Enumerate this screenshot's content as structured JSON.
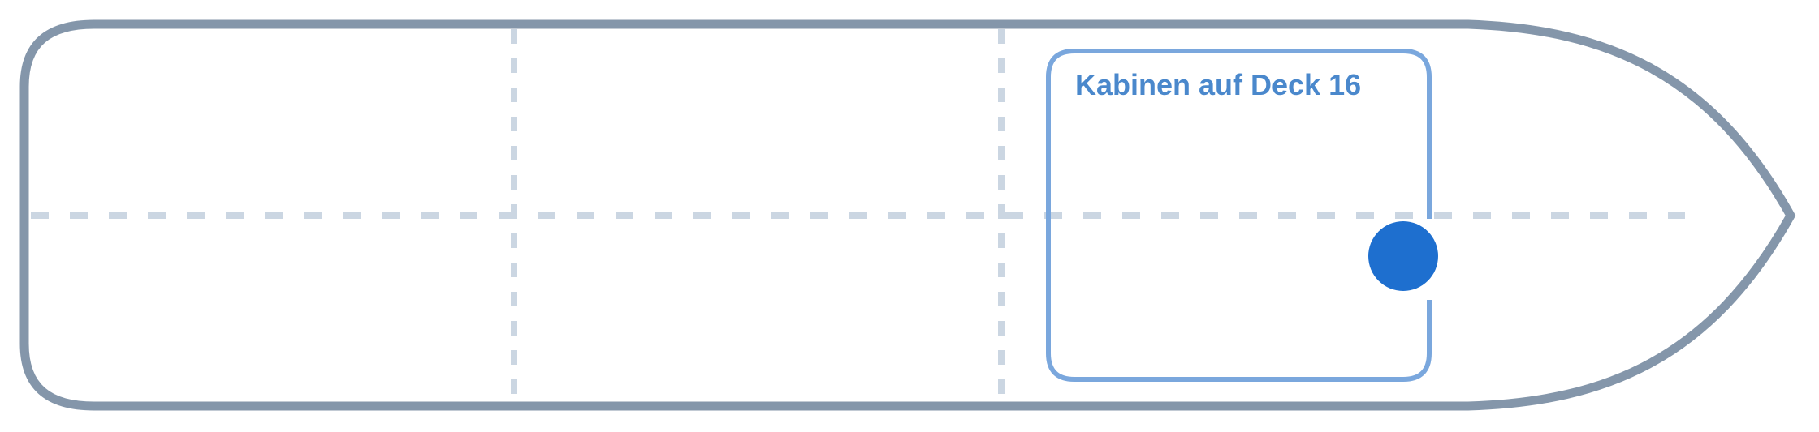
{
  "diagram": {
    "section_label": "Kabinen auf Deck 16",
    "colors": {
      "hull_outline": "#8496aa",
      "grid_lines": "#cbd6e2",
      "section_outline": "#7aa7dd",
      "section_label": "#4a88cc",
      "marker": "#1e6fcf",
      "background": "#ffffff"
    },
    "marker": {
      "icon": "location-dot-icon",
      "state": "selected"
    },
    "deck_sections": 3
  }
}
